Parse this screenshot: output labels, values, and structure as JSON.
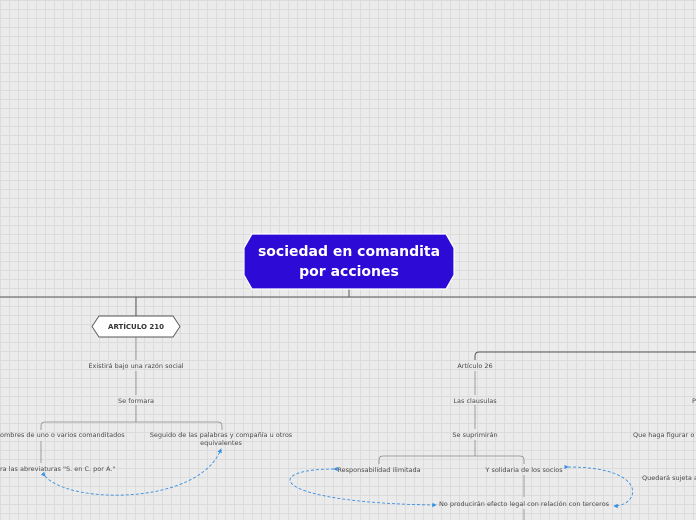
{
  "root": {
    "title_line1": "sociedad en comandita",
    "title_line2": "por acciones",
    "fill": "#2e0ad6"
  },
  "colors": {
    "line": "#555555",
    "dashed": "#3a8fe0"
  },
  "nodes": {
    "articulo210": "ARTÍCULO 210",
    "razon_social": "Existirá bajo una razón social",
    "se_formara": "Se formara",
    "nombres": "ombres de uno o varios comanditados",
    "seguido": "Seguido de las palabras y compañía u otros equivalentes",
    "abreviaturas": "ra las abreviaturas \"S. en C. por A.\"",
    "articulo26": "Artículo 26",
    "clausulas": "Las clausulas",
    "se_supriminan": "Se suprimirán",
    "responsabilidad": "Responsabilidad ilimitada",
    "solidaria": "Y solidaria de los socios",
    "no_produciran": "No producirán efecto legal con relación con terceros",
    "que_haga": "Que haga figurar o",
    "quedara": "Quedará sujeta a",
    "cut_p": "P"
  }
}
